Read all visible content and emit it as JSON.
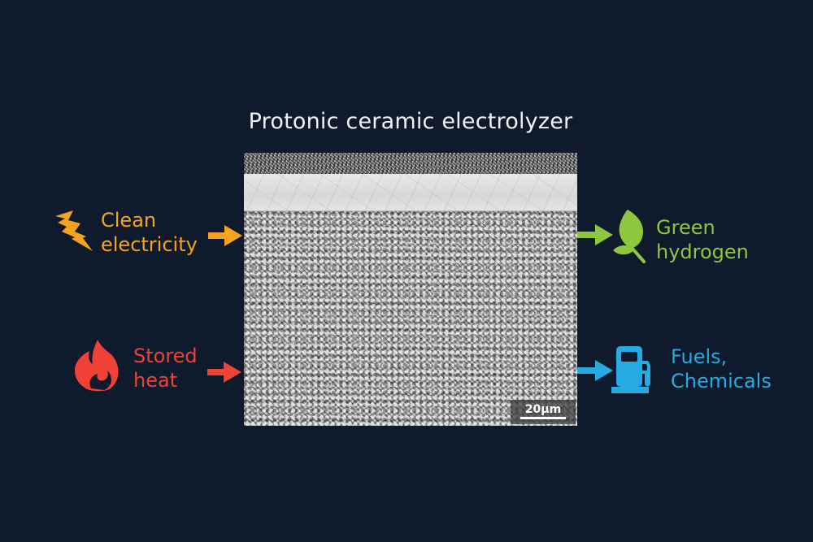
{
  "title": "Protonic ceramic electrolyzer",
  "micrograph": {
    "scale_bar_label": "20µm"
  },
  "inputs": [
    {
      "id": "clean-electricity",
      "line1": "Clean",
      "line2": "electricity",
      "icon": "lightning-bolt-icon",
      "color": "#f5a31f"
    },
    {
      "id": "stored-heat",
      "line1": "Stored",
      "line2": "heat",
      "icon": "flame-icon",
      "color": "#ef4136"
    }
  ],
  "outputs": [
    {
      "id": "green-hydrogen",
      "line1": "Green",
      "line2": "hydrogen",
      "icon": "leaf-icon",
      "color": "#8dc63f"
    },
    {
      "id": "fuels-chemicals",
      "line1": "Fuels,",
      "line2": "Chemicals",
      "icon": "fuel-pump-icon",
      "color": "#27aae1"
    }
  ],
  "colors": {
    "background": "#0f1b2d",
    "title": "#f2f2f2"
  }
}
